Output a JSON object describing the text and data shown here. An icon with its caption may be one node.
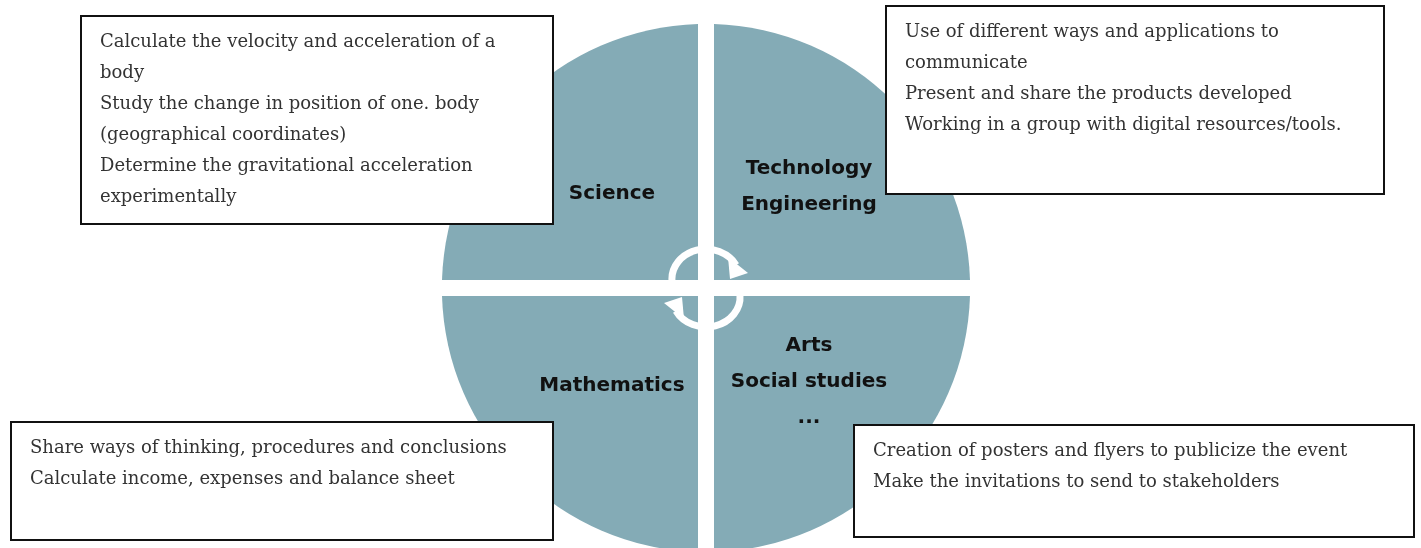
{
  "diagram": {
    "nodes": [
      {
        "text": [
          "Science"
        ]
      },
      {
        "text": [
          "Technology",
          "Engineering"
        ]
      },
      {
        "text": [
          "Mathematics"
        ]
      },
      {
        "text": [
          "Arts",
          "Social studies",
          "..."
        ]
      },
      {
        "text": [
          "Calculate the velocity and acceleration of a body",
          "Study the change in position of one. body (geographical coordinates)",
          "Determine the gravitational acceleration experimentally"
        ]
      },
      {
        "text": [
          "Use of different ways and applications to communicate",
          "Present and share the products developed",
          "Working in a group with digital resources/tools."
        ]
      },
      {
        "text": [
          "Share ways of thinking, procedures and conclusions",
          "Calculate income, expenses and balance sheet"
        ]
      },
      {
        "text": [
          "Creation of posters and flyers to publicize the event",
          "Make the invitations to send to stakeholders"
        ]
      }
    ]
  }
}
